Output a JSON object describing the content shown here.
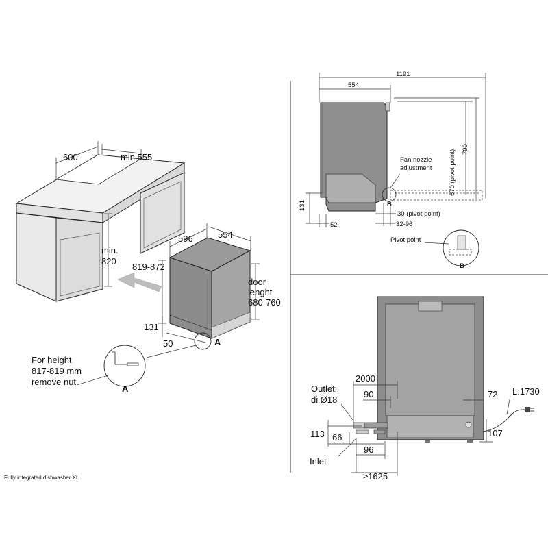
{
  "caption": "Fully integrated dishwasher XL",
  "cabinet": {
    "width": "600",
    "depth": "min.555",
    "height_line1": "min.",
    "height_line2": "820"
  },
  "dishwasher": {
    "width": "596",
    "depth": "554",
    "height": "819-872",
    "door_line1": "door",
    "door_line2": "lenght",
    "door_line3": "680-760",
    "plinth_height": "131",
    "plinth_depth": "50",
    "detail_marker": "A"
  },
  "detail_a": {
    "note_line1": "For height",
    "note_line2": "817-819 mm",
    "note_line3": "remove nut",
    "marker": "A"
  },
  "side_view": {
    "total": "1191",
    "depth": "554",
    "pivot_670": "670 (pivot point)",
    "height_700": "700",
    "fan_line1": "Fan nozzle",
    "fan_line2": "adjustment",
    "marker_b": "B",
    "plinth": "131",
    "base": "52",
    "pivot_30": "30 (pivot point)",
    "range": "32-96",
    "pivot_label": "Pivot point",
    "detail_b": "B"
  },
  "front_view": {
    "outlet_line1": "Outlet:",
    "outlet_line2": "di Ø18",
    "hose": "2000",
    "d90": "90",
    "d72": "72",
    "cable": "L:1730",
    "d113": "113",
    "d66": "66",
    "d107": "107",
    "d96": "96",
    "inlet": "Inlet",
    "d1625": "≥1625"
  }
}
